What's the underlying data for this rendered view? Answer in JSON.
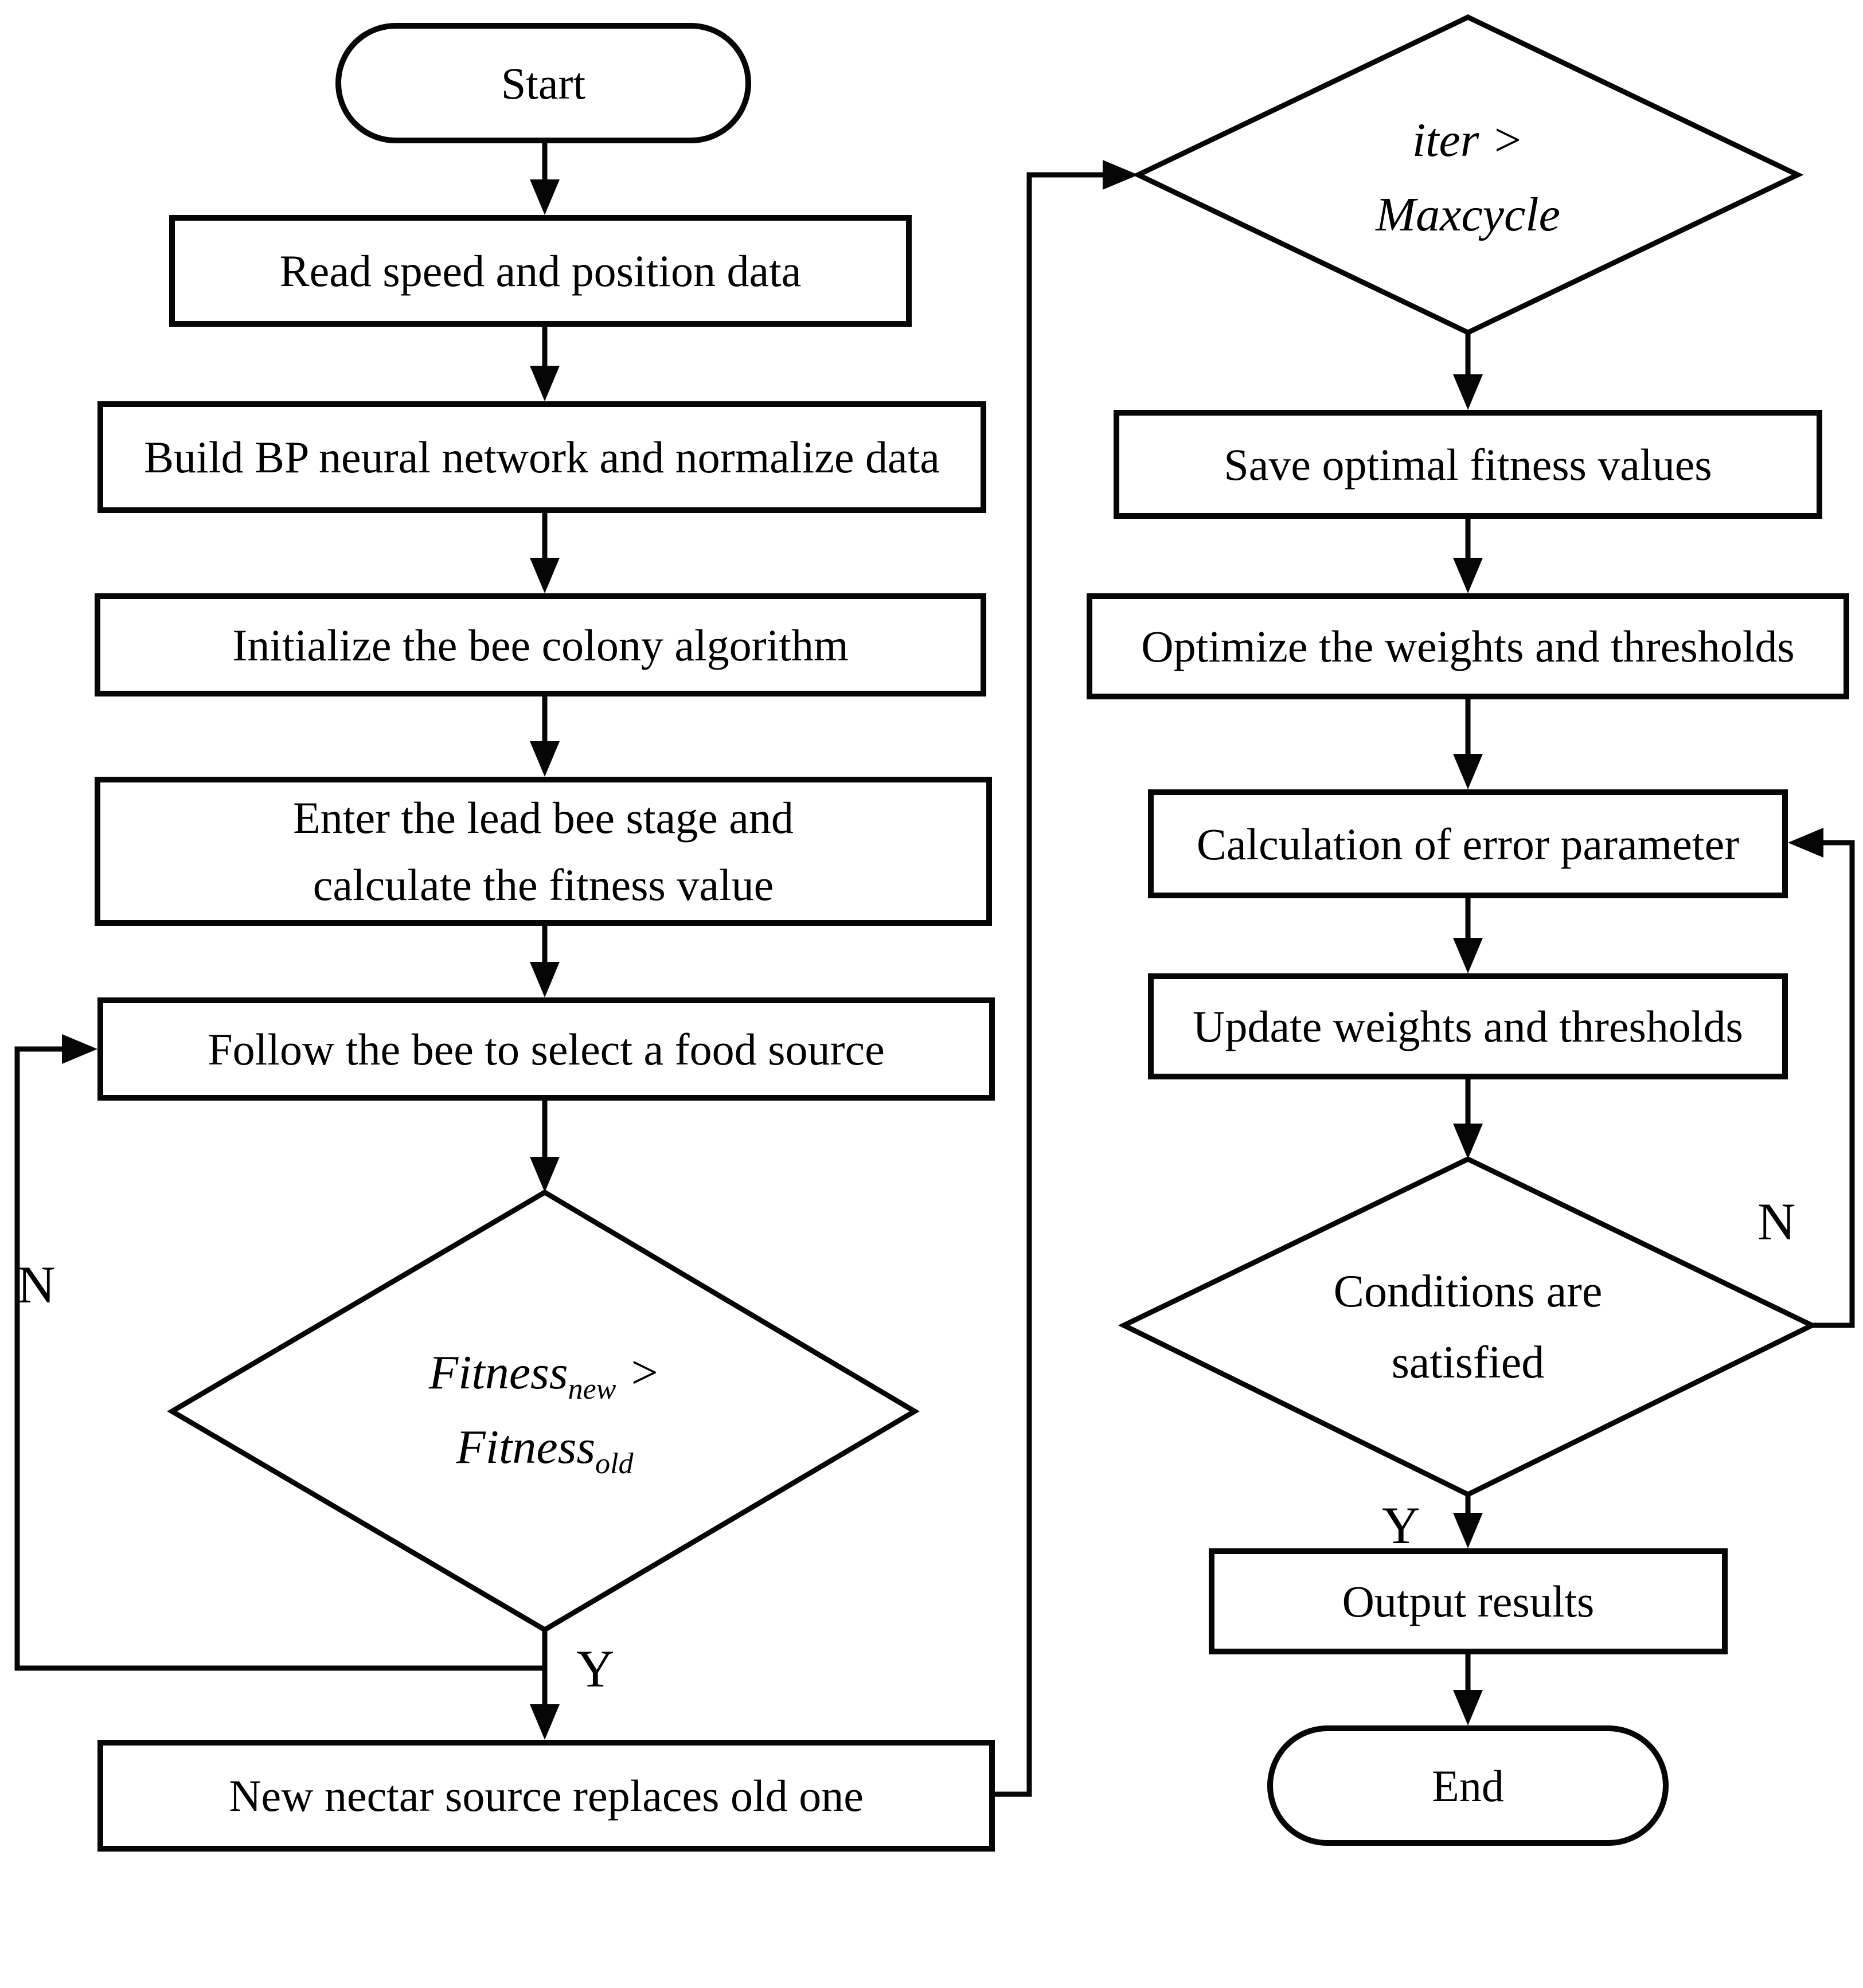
{
  "diagram_type": "flowchart",
  "nodes": {
    "start": "Start",
    "read": "Read speed and position data",
    "build": "Build BP neural network and normalize data",
    "init": "Initialize the bee colony algorithm",
    "lead_line1": "Enter the lead bee stage and",
    "lead_line2": "calculate the fitness value",
    "follow": "Follow the bee to select a food source",
    "fitness_base1": "Fitness",
    "fitness_sub1": "new",
    "fitness_op": " >",
    "fitness_base2": "Fitness",
    "fitness_sub2": "old",
    "nectar": "New nectar source replaces old one",
    "iter_line1": "iter >",
    "iter_line2": "Maxcycle",
    "save": "Save optimal fitness values",
    "optimize": "Optimize the weights and thresholds",
    "calc": "Calculation of error parameter",
    "update": "Update weights and thresholds",
    "cond_line1": "Conditions are",
    "cond_line2": "satisfied",
    "output": "Output results",
    "end": "End"
  },
  "edge_labels": {
    "fitness_no": "N",
    "fitness_yes": "Y",
    "cond_no": "N",
    "cond_yes": "Y"
  },
  "edges": [
    {
      "from": "start",
      "to": "read"
    },
    {
      "from": "read",
      "to": "build"
    },
    {
      "from": "build",
      "to": "init"
    },
    {
      "from": "init",
      "to": "lead"
    },
    {
      "from": "lead",
      "to": "follow"
    },
    {
      "from": "follow",
      "to": "fitness-decision"
    },
    {
      "from": "fitness-decision",
      "to": "nectar",
      "label": "Y"
    },
    {
      "from": "fitness-decision",
      "to": "follow",
      "label": "N"
    },
    {
      "from": "nectar",
      "to": "iter-decision"
    },
    {
      "from": "iter-decision",
      "to": "save"
    },
    {
      "from": "save",
      "to": "optimize"
    },
    {
      "from": "optimize",
      "to": "calc"
    },
    {
      "from": "calc",
      "to": "update"
    },
    {
      "from": "update",
      "to": "conditions-decision"
    },
    {
      "from": "conditions-decision",
      "to": "output",
      "label": "Y"
    },
    {
      "from": "conditions-decision",
      "to": "calc",
      "label": "N"
    },
    {
      "from": "output",
      "to": "end"
    }
  ],
  "colors": {
    "stroke": "#060606",
    "background": "#ffffff",
    "text": "#000000"
  }
}
